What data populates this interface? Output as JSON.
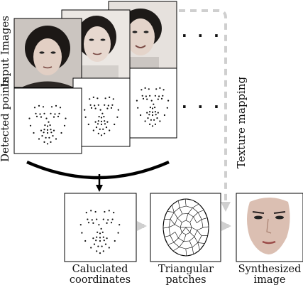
{
  "labels": {
    "input_images": "Input Images",
    "detected_points": "Detected points",
    "texture_mapping": "Texture mapping",
    "ellipsis": ". . ."
  },
  "captions": {
    "calculated_line1": "Caluclated",
    "calculated_line2": "coordinates",
    "triangular_line1": "Triangular",
    "triangular_line2": "patches",
    "synthesized_line1": "Synthesized",
    "synthesized_line2": "image"
  },
  "colors": {
    "flow_arrow": "#cfcfcf",
    "photo_bg": "#d9d4cf",
    "hair": "#1d1a18",
    "skin": "#e2cfc4",
    "line": "#000000"
  }
}
